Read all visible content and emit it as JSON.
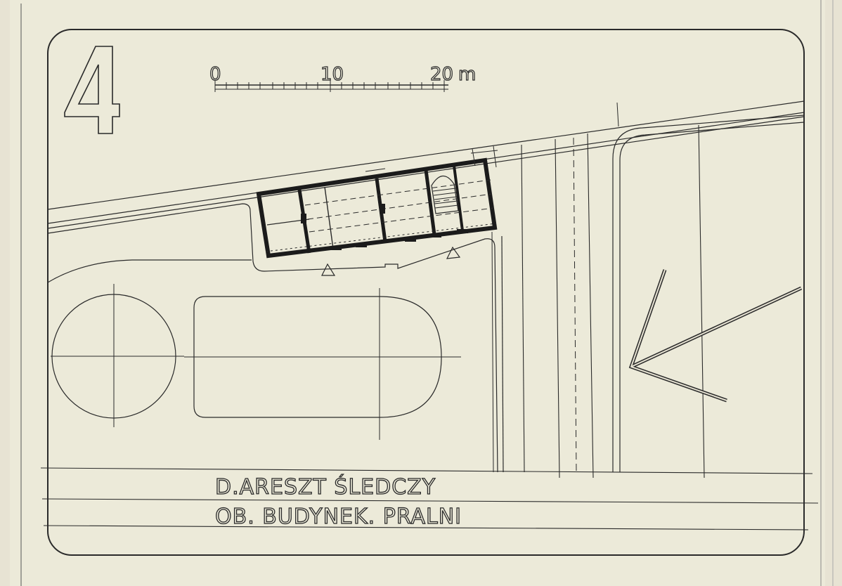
{
  "sheet_number": "4",
  "scale": {
    "labels": [
      "0",
      "10",
      "20"
    ],
    "unit": "m"
  },
  "caption": {
    "line1": "D.ARESZT ŚLEDCZY",
    "line2": "OB. BUDYNEK. PRALNI"
  }
}
